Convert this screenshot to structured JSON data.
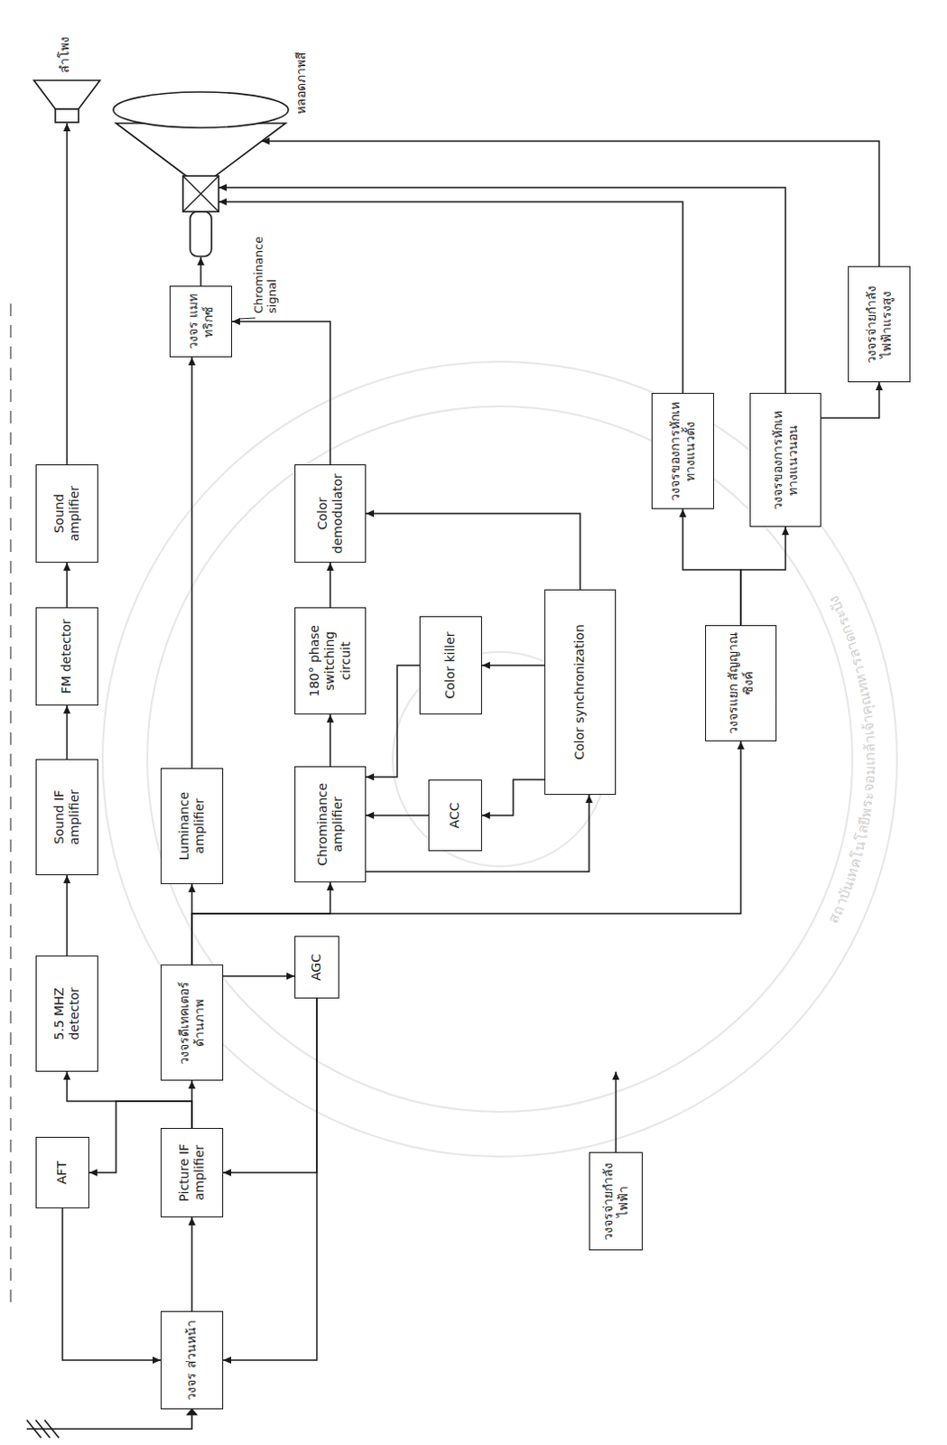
{
  "diagram": {
    "nodes": [
      {
        "text": [
          "วงจร ส่วนหน้า"
        ]
      },
      {
        "text": [
          "AFT"
        ]
      },
      {
        "text": [
          "Picture IF amplifier"
        ]
      },
      {
        "text": [
          "5.5 MHZ detector"
        ]
      },
      {
        "text": [
          "วงจรดีเทคเตอร์ ด้านภาพ"
        ]
      },
      {
        "text": [
          "AGC"
        ]
      },
      {
        "text": [
          "Sound IF amplifier"
        ]
      },
      {
        "text": [
          "Luminance amplifier"
        ]
      },
      {
        "text": [
          "Chrominance amplifier"
        ]
      },
      {
        "text": [
          "ACC"
        ]
      },
      {
        "text": [
          "FM detector"
        ]
      },
      {
        "text": [
          "180° phase switching circuit"
        ]
      },
      {
        "text": [
          "Color killer"
        ]
      },
      {
        "text": [
          "Color synchronization"
        ]
      },
      {
        "text": [
          "Sound amplifier"
        ]
      },
      {
        "text": [
          "Color demodulator"
        ]
      },
      {
        "text": [
          "ลำโพง"
        ]
      },
      {
        "text": [
          "วงจร แมททริกซ์"
        ]
      },
      {
        "text": [
          "หลอดภาพสี"
        ]
      },
      {
        "text": [
          "วงจรแยก สัญญาณซิงค์"
        ]
      },
      {
        "text": [
          "วงจรของการหักเห ทางแนวตั้ง"
        ]
      },
      {
        "text": [
          "วงจรของการหักเห ทางแนวนอน"
        ]
      },
      {
        "text": [
          "วงจรจ่ายกำลัง ไฟฟ้าแรงสูง"
        ]
      },
      {
        "text": [
          "วงจรจ่ายกำลัง ไฟฟ้า"
        ]
      }
    ],
    "edges": [
      {
        "from": 0,
        "to": 2,
        "arrow": "to"
      },
      {
        "from": 1,
        "to": 0,
        "arrow": "to"
      },
      {
        "from": 2,
        "to": 1,
        "arrow": "to"
      },
      {
        "from": 2,
        "to": 3,
        "arrow": "to"
      },
      {
        "from": 2,
        "to": 4,
        "arrow": "to"
      },
      {
        "from": 4,
        "to": 5,
        "arrow": "to"
      },
      {
        "from": 5,
        "to": 2,
        "arrow": "to"
      },
      {
        "from": 5,
        "to": 0,
        "arrow": "to"
      },
      {
        "from": 3,
        "to": 6,
        "arrow": "to"
      },
      {
        "from": 6,
        "to": 10,
        "arrow": "to"
      },
      {
        "from": 10,
        "to": 14,
        "arrow": "to"
      },
      {
        "from": 14,
        "to": 16,
        "arrow": "to"
      },
      {
        "from": 4,
        "to": 7,
        "arrow": "to"
      },
      {
        "from": 4,
        "to": 8,
        "arrow": "to"
      },
      {
        "from": 4,
        "to": 19,
        "arrow": "to"
      },
      {
        "from": 7,
        "to": 17,
        "arrow": "to"
      },
      {
        "from": 8,
        "to": 11,
        "arrow": "to"
      },
      {
        "from": 11,
        "to": 15,
        "arrow": "to"
      },
      {
        "from": 15,
        "to": 17,
        "label": "Chrominance signal",
        "arrow": "to"
      },
      {
        "from": 17,
        "to": 18,
        "arrow": "to"
      },
      {
        "from": 8,
        "to": 13,
        "arrow": "to"
      },
      {
        "from": 13,
        "to": 9,
        "arrow": "to"
      },
      {
        "from": 9,
        "to": 8,
        "arrow": "to"
      },
      {
        "from": 13,
        "to": 12,
        "arrow": "to"
      },
      {
        "from": 12,
        "to": 8,
        "arrow": "to"
      },
      {
        "from": 13,
        "to": 15,
        "arrow": "to"
      },
      {
        "from": 19,
        "to": 20,
        "arrow": "to"
      },
      {
        "from": 19,
        "to": 21,
        "arrow": "to"
      },
      {
        "from": 20,
        "to": 18,
        "arrow": "to"
      },
      {
        "from": 21,
        "to": 18,
        "arrow": "to"
      },
      {
        "from": 21,
        "to": 22,
        "arrow": "to"
      },
      {
        "from": 22,
        "to": 18,
        "arrow": "to"
      }
    ],
    "labels": [
      "สถาบันเทคโนโลยีพระจอมเกล้าเจ้าคุณทหารลาดกระบัง"
    ]
  }
}
